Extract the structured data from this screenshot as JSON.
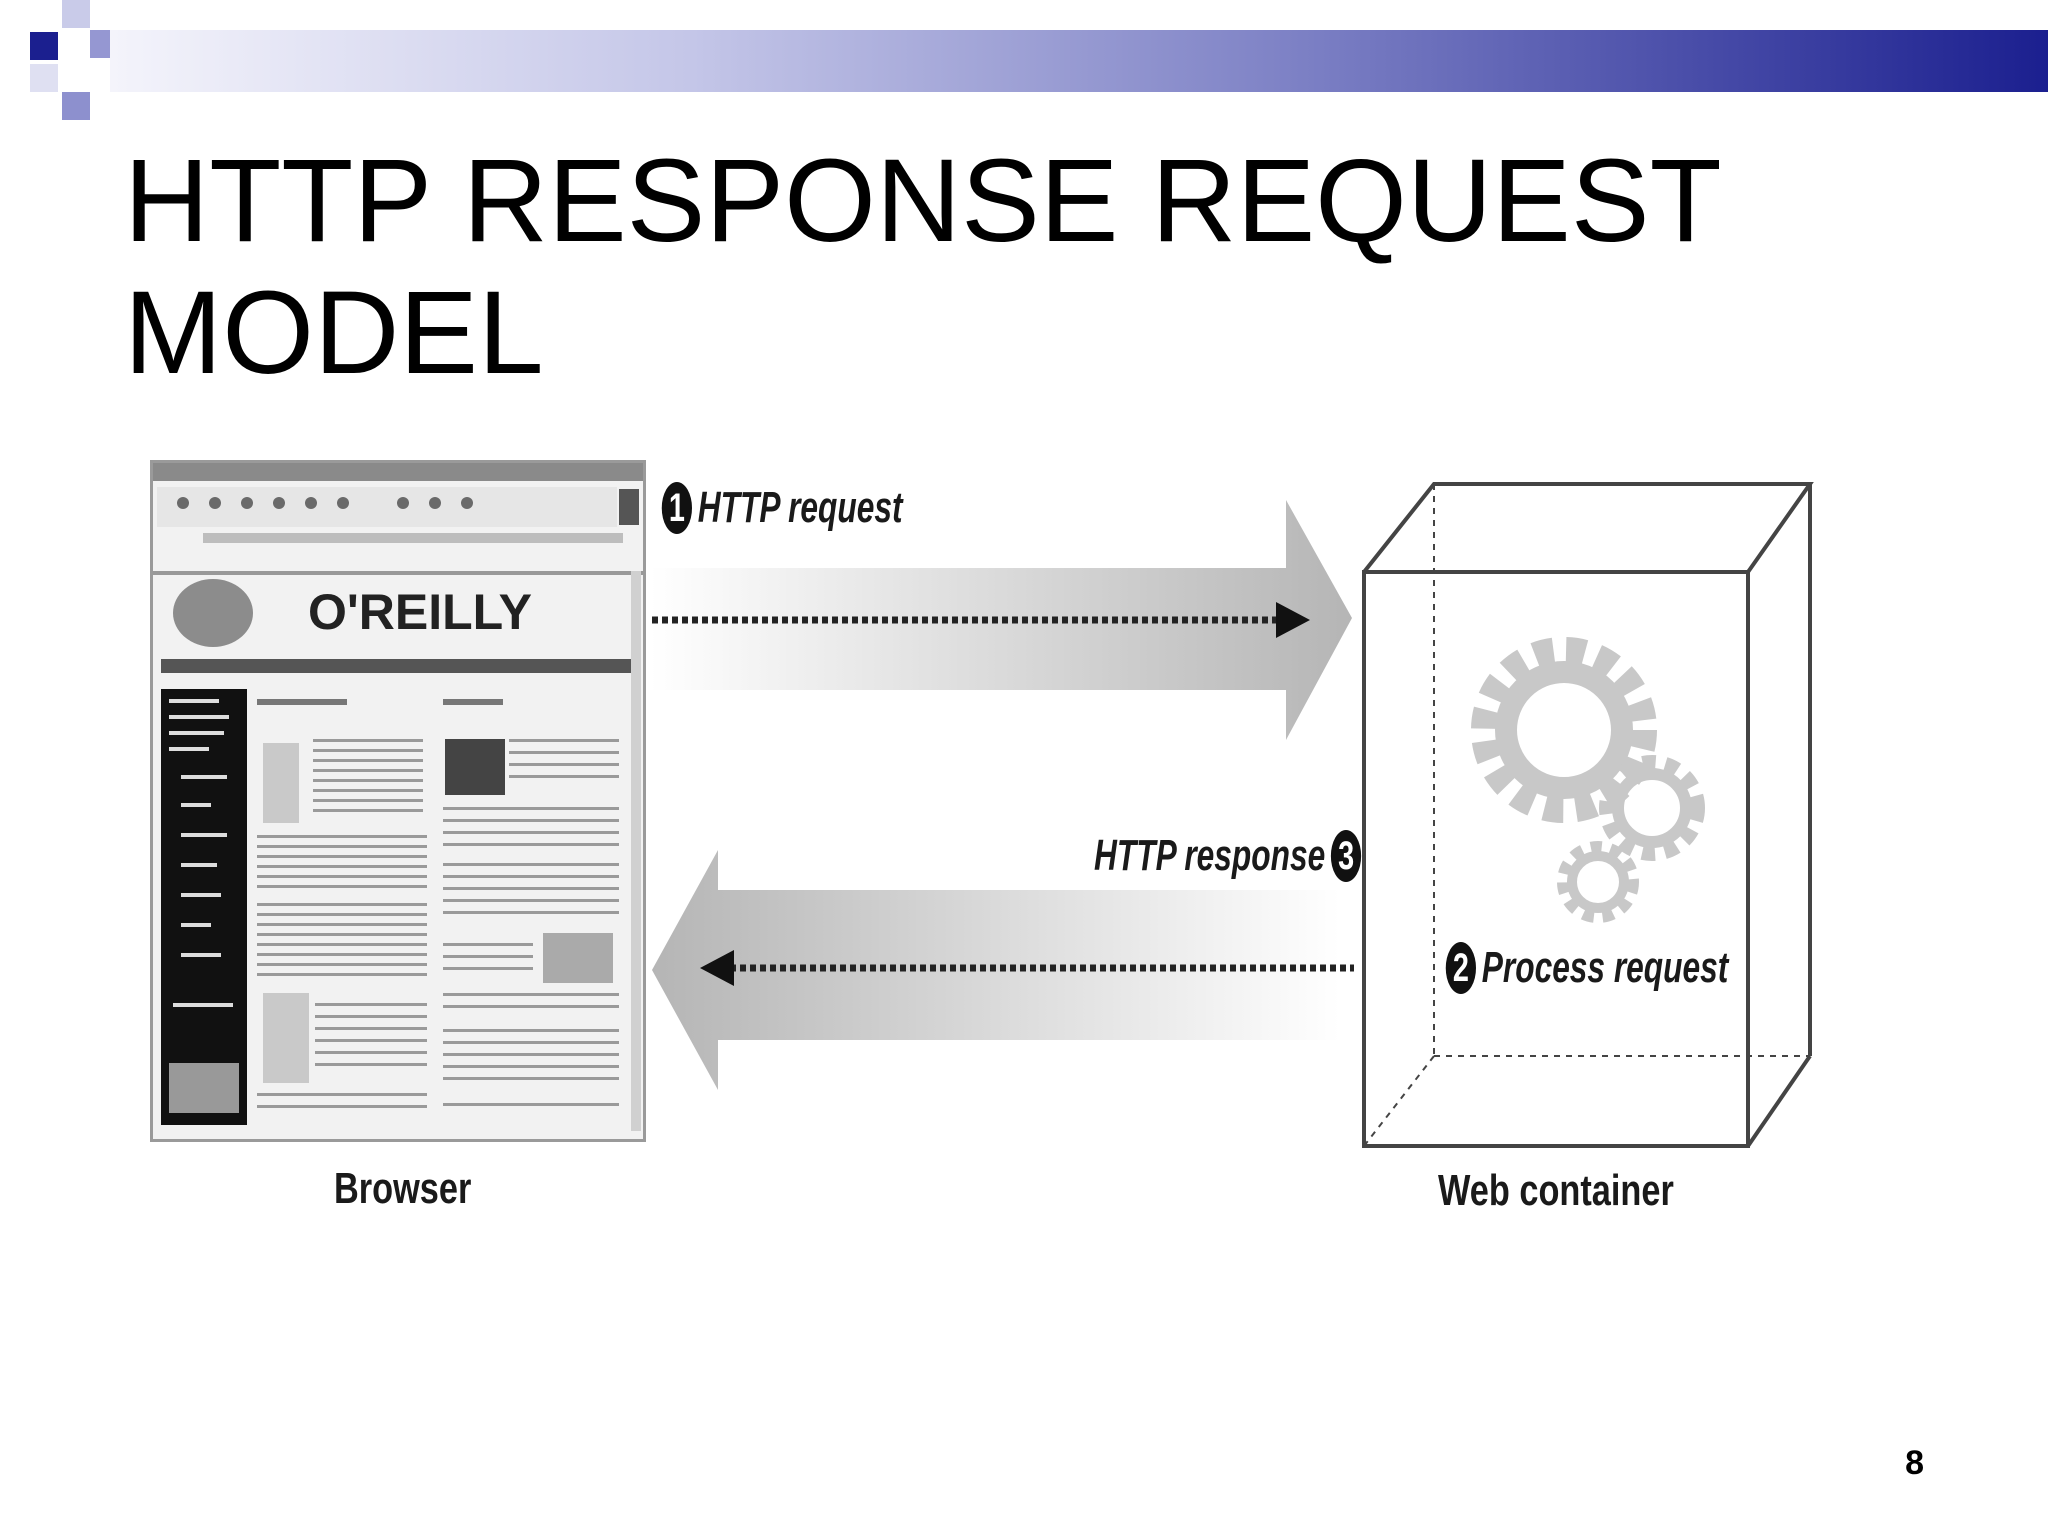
{
  "slide": {
    "title_line1": "HTTP RESPONSE REQUEST",
    "title_line2": "MODEL",
    "page_number": "8"
  },
  "diagram": {
    "browser_caption": "Browser",
    "container_caption": "Web container",
    "steps": [
      {
        "number": "1",
        "label": "HTTP request"
      },
      {
        "number": "2",
        "label": "Process request"
      },
      {
        "number": "3",
        "label": "HTTP response"
      }
    ],
    "browser_page": {
      "logo": "O'REILLY"
    }
  },
  "colors": {
    "bar_dark": "#1b1f8f",
    "bar_light": "#c4c6e8",
    "gear": "#c8c8c8",
    "arrow_shade": "#b5b5b5"
  }
}
